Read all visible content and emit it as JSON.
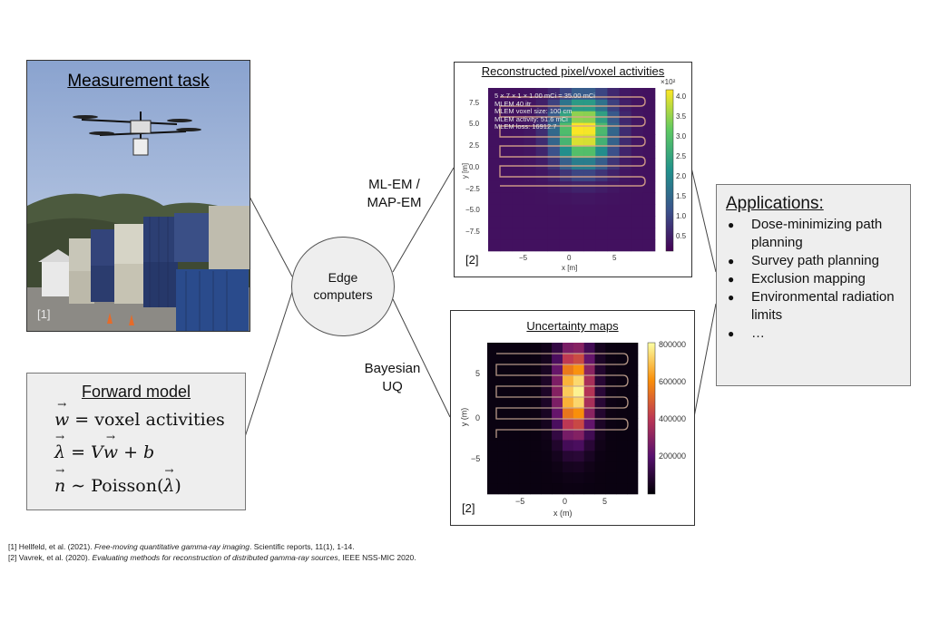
{
  "measurement_panel": {
    "title": "Measurement task",
    "ref": "[1]"
  },
  "forward_model": {
    "title": "Forward model",
    "eq1_rhs": "voxel activities",
    "eq3_rhs": "Poisson("
  },
  "edge": {
    "line1": "Edge",
    "line2": "computers"
  },
  "methods": {
    "top_line1": "ML-EM /",
    "top_line2": "MAP-EM",
    "bottom_line1": "Bayesian",
    "bottom_line2": "UQ"
  },
  "recon_plot": {
    "title": "Reconstructed pixel/voxel activities",
    "ref": "[2]",
    "info_lines": [
      "5 × 7 × 1 × 1.00 mCi = 35.00 mCi",
      "MLEM 40 itr",
      "MLEM voxel size: 100 cm",
      "MLEM activity: 51.6 mCi",
      "MLEM loss: 16912.7"
    ],
    "xlabel": "x [m]",
    "ylabel": "y [m]",
    "xticks": [
      "−5",
      "0",
      "5"
    ],
    "yticks": [
      "7.5",
      "5.0",
      "2.5",
      "0.0",
      "−2.5",
      "−5.0",
      "−7.5"
    ],
    "cbar_exponent": "×10²",
    "cbar_ticks": [
      "4.0",
      "3.5",
      "3.0",
      "2.5",
      "2.0",
      "1.5",
      "1.0",
      "0.5"
    ]
  },
  "uncert_plot": {
    "title": "Uncertainty maps",
    "ref": "[2]",
    "xlabel": "x (m)",
    "ylabel": "y (m)",
    "xticks": [
      "−5",
      "0",
      "5"
    ],
    "yticks": [
      "5",
      "0",
      "−5"
    ],
    "cbar_ticks": [
      "800000",
      "600000",
      "400000",
      "200000"
    ]
  },
  "applications": {
    "title": "Applications:",
    "items": [
      "Dose-minimizing path planning",
      "Survey path planning",
      "Exclusion mapping",
      "Environmental radiation limits",
      "…"
    ]
  },
  "footnotes": {
    "f1_pre": "[1] Hellfeld, et al. (2021). ",
    "f1_title": "Free-moving quantitative gamma-ray imaging",
    "f1_post": ". Scientific reports, 11(1), 1-14.",
    "f2_pre": "[2] Vavrek, et al. (2020). ",
    "f2_title": "Evaluating methods for reconstruction of distributed gamma-ray sources",
    "f2_post": ", IEEE NSS-MIC 2020."
  },
  "colors": {
    "box_fill": "#eeeeee",
    "sky": "#9db4d8",
    "container_blue": "#2c3f73"
  }
}
